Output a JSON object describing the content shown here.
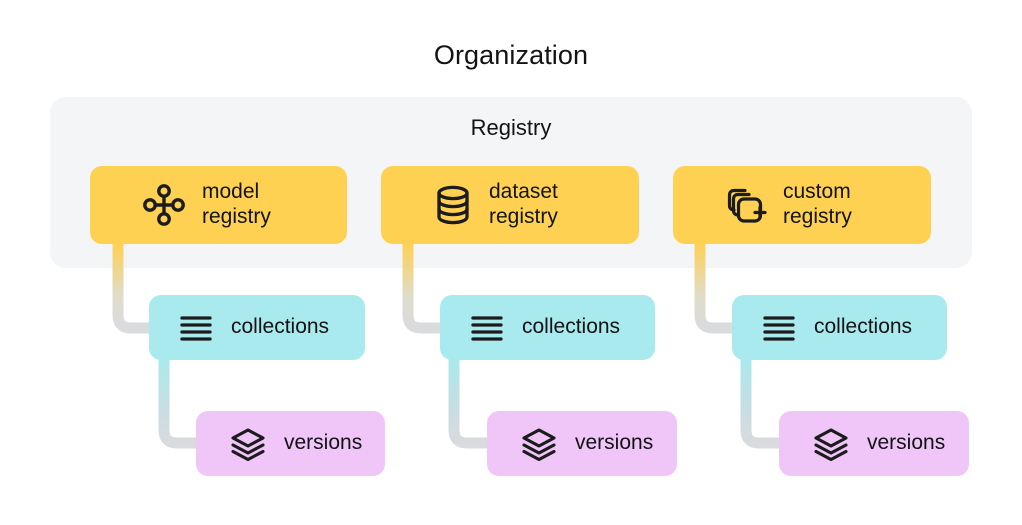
{
  "diagram": {
    "org_title": "Organization",
    "registry_title": "Registry",
    "colors": {
      "registry_card": "#FFD153",
      "collections_card": "#A8EAEE",
      "versions_card": "#EFC6F7",
      "panel_background": "#F4F5F7",
      "page_background": "#FFFFFF",
      "icon": "#1C1C1E",
      "connector_end": "#D9DBDE"
    },
    "columns": [
      {
        "registry": {
          "label": "model\nregistry",
          "icon": "node-graph-icon"
        },
        "collections": {
          "label": "collections",
          "icon": "list-lines-icon"
        },
        "versions": {
          "label": "versions",
          "icon": "layers-stack-icon"
        }
      },
      {
        "registry": {
          "label": "dataset\nregistry",
          "icon": "database-cylinder-icon"
        },
        "collections": {
          "label": "collections",
          "icon": "list-lines-icon"
        },
        "versions": {
          "label": "versions",
          "icon": "layers-stack-icon"
        }
      },
      {
        "registry": {
          "label": "custom\nregistry",
          "icon": "copy-plus-icon"
        },
        "collections": {
          "label": "collections",
          "icon": "list-lines-icon"
        },
        "versions": {
          "label": "versions",
          "icon": "layers-stack-icon"
        }
      }
    ]
  }
}
